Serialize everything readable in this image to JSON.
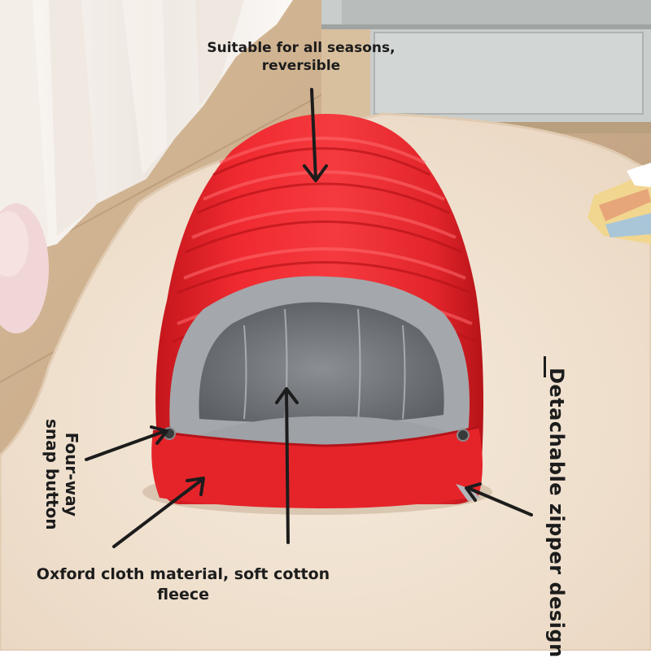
{
  "image": {
    "subject": "red-quilted-pet-bed",
    "annotations": {
      "top": {
        "line1": "Suitable for all seasons,",
        "line2": "reversible"
      },
      "left": {
        "line1": "Four-way",
        "line2": "snap button"
      },
      "right": "Detachable zipper design",
      "bottom": "Oxford cloth material, soft cotton fleece"
    },
    "colors": {
      "shell": "#e8232a",
      "fleece": "#9a9ca0",
      "floor": "#c7a986",
      "rug": "#f1e3d2",
      "text": "#1c1c1c"
    }
  }
}
